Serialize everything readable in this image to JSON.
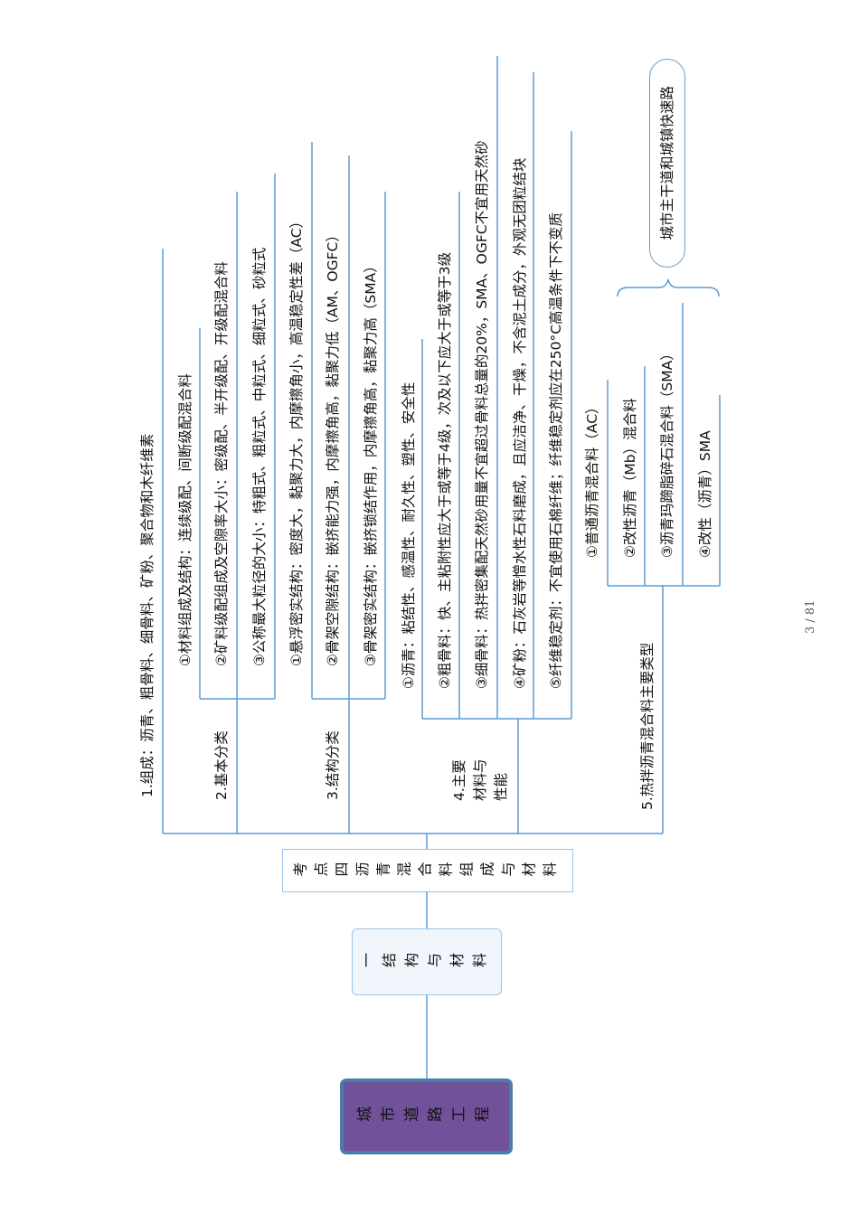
{
  "root": "城市道路工程",
  "level1": "一结构与材料",
  "level2": "考点四沥青混合料组成与材料",
  "branches": [
    {
      "label": "1.组成：沥青、粗骨料、细骨料、矿粉、聚合物和木纤维素"
    },
    {
      "label": "2.基本分类",
      "items": [
        "①材料组成及结构：连续级配、间断级配混合料",
        "②矿料级配组成及空隙率大小：密级配、半开级配、开级配混合料",
        "③公称最大粒径的大小：特粗式、粗粒式、中粒式、细粒式、砂粒式"
      ]
    },
    {
      "label": "3.结构分类",
      "items": [
        "①悬浮密实结构：密度大，黏聚力大，内摩擦角小，高温稳定性差（AC）",
        "②骨架空隙结构：嵌挤能力强，内摩擦角高，黏聚力低（AM、OGFC）",
        "③骨架密实结构：嵌挤锁结作用，内摩擦角高，黏聚力高（SMA）"
      ]
    },
    {
      "label": "4.主要\n材料与\n性能",
      "items": [
        "①沥青：粘结性、感温性、耐久性、塑性、安全性",
        "②粗骨料：快、主粘附性应大于或等于4级，次及以下应大于或等于3级",
        "③细骨料：热拌密集配天然砂用量不宜超过骨料总量的20%，SMA、OGFC不宜用天然砂",
        "④矿粉：石灰岩等憎水性石料磨成，且应洁净、干燥，不含泥土成分，外观无团粒结块",
        "⑤纤维稳定剂：不宜使用石棉纤维；纤维稳定剂应在250°C高温条件下不变质"
      ]
    },
    {
      "label": "5.热拌沥青混合料主要类型",
      "items": [
        "①普通沥青混合料（AC）",
        "②改性沥青（Mb）混合料",
        "③沥青玛蹄脂碎石混合料（SMA）",
        "④改性（沥青）SMA"
      ],
      "note": "城市主干道和城镇快速路"
    }
  ],
  "page_number": "3 / 81",
  "colors": {
    "line": "#5b9bd5",
    "root_fill": "#71519a",
    "root_border": "#4a7ea8",
    "box_border": "#9cc3e5"
  }
}
